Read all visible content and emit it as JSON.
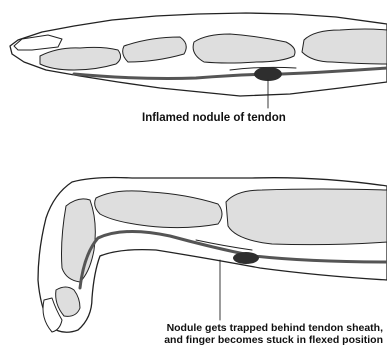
{
  "diagram": {
    "panels": [
      {
        "state": "extended finger",
        "caption": "Inflamed nodule of tendon"
      },
      {
        "state": "flexed finger",
        "caption_lines": [
          "Nodule gets trapped behind tendon sheath,",
          "and finger becomes stuck in flexed position"
        ]
      }
    ],
    "colors": {
      "outline": "#222222",
      "bone": "#dedede",
      "skin": "#ffffff",
      "tendon": "#555555",
      "nodule": "#2e2e2e"
    }
  }
}
